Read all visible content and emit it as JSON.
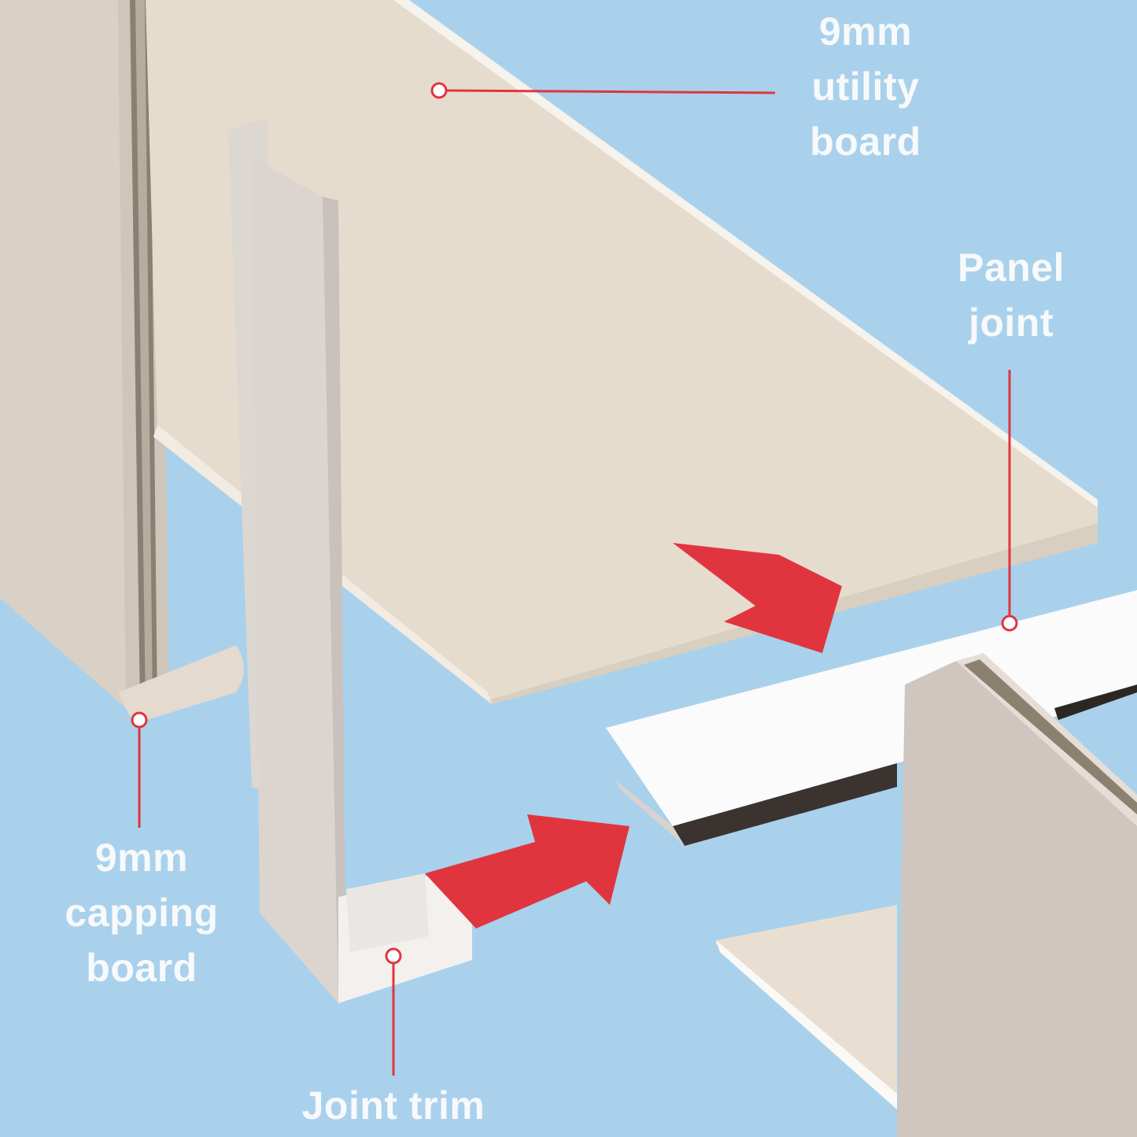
{
  "diagram": {
    "background_color": "#a9d1ec",
    "accent_color": "#e0353f",
    "labels": {
      "utility_board": [
        "9mm",
        "utility",
        "board"
      ],
      "panel_joint": [
        "Panel",
        "joint"
      ],
      "capping_board": [
        "9mm",
        "capping",
        "board"
      ],
      "joint_trim": [
        "Joint trim"
      ]
    },
    "arrows": [
      {
        "name": "arrow-down-right",
        "direction": "down-right"
      },
      {
        "name": "arrow-right",
        "direction": "right"
      }
    ]
  }
}
